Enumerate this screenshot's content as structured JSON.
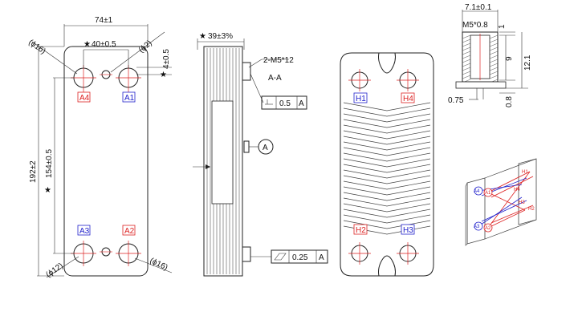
{
  "front_view": {
    "dim_width": "74±1",
    "dim_port_spacing": "40±0.5",
    "dim_port_top": "4±0.5",
    "dim_total_height": "192±2",
    "dim_port_height": "154±0.5",
    "dia_top_left": "(ϕ16)",
    "dia_top_right": "(ϕ2)",
    "dia_bottom_left": "(ϕ12)",
    "dia_bottom_right": "(ϕ16)",
    "ports": [
      "A4",
      "A1",
      "A3",
      "A2"
    ]
  },
  "side_view": {
    "dim_depth": "39±3%",
    "thread": "2-M5*12",
    "section_label": "A-A",
    "callout": "A",
    "flatness_value": "0.5",
    "flatness_datum": "A",
    "parallel_value": "0.25",
    "parallel_datum": "A"
  },
  "plate_view": {
    "ports": [
      "H1",
      "H4",
      "H2",
      "H3"
    ]
  },
  "detail_view": {
    "dim_width": "7.1±0.1",
    "thread": "M5*0.8",
    "dim_1": "1",
    "dim_9": "9",
    "dim_12": "12.1",
    "dim_075": "0.75",
    "dim_08": "0.8"
  },
  "flow_diagram": {
    "labels": [
      "A4",
      "A1",
      "A3",
      "A2",
      "H1",
      "H4",
      "H3",
      "H2"
    ]
  },
  "colors": {
    "red": "#dd2222",
    "blue": "#2222cc"
  }
}
